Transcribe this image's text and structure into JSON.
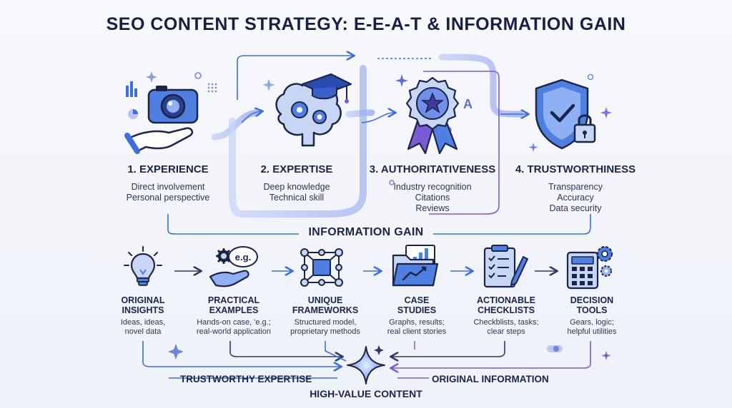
{
  "title": "SEO CONTENT STRATEGY: E-E-A-T & INFORMATION GAIN",
  "colors": {
    "accent_blue": "#3d6fd8",
    "accent_purple": "#7a5ad6",
    "dark_navy": "#1b2547",
    "light_glow": "#b9c6f3"
  },
  "pillars": [
    {
      "title": "1. EXPERIENCE",
      "lines": [
        "Direct involvement",
        "Personal perspective"
      ],
      "icon": "camera-in-hand-icon"
    },
    {
      "title": "2. EXPERTISE",
      "lines": [
        "Deep knowledge",
        "Technical skill"
      ],
      "icon": "brain-graduation-cap-icon"
    },
    {
      "title": "3. AUTHORITATIVENESS",
      "lines": [
        "Industry recognition",
        "Citations",
        "Reviews"
      ],
      "icon": "award-ribbon-icon"
    },
    {
      "title": "4. TRUSTWORTHINESS",
      "lines": [
        "Transparency",
        "Accuracy",
        "Data security"
      ],
      "icon": "shield-lock-icon"
    }
  ],
  "information_gain": "INFORMATION GAIN",
  "components": [
    {
      "title": [
        "ORIGINAL",
        "INSIGHTS"
      ],
      "lines": [
        "Ideas, ideas,",
        "novel data"
      ],
      "icon": "lightbulb-icon"
    },
    {
      "title": [
        "PRACTICAL",
        "EXAMPLES"
      ],
      "lines": [
        "Hands-on case, 'e.g.;",
        "real-world application"
      ],
      "icon": "eg-hand-icon",
      "badge": "e.g."
    },
    {
      "title": [
        "UNIQUE",
        "FRAMEWORKS"
      ],
      "lines": [
        "Structured model,",
        "proprietary methods"
      ],
      "icon": "framework-nodes-icon"
    },
    {
      "title": [
        "CASE",
        "STUDIES"
      ],
      "lines": [
        "Graphs, results;",
        "real client stories"
      ],
      "icon": "folder-chart-icon"
    },
    {
      "title": [
        "ACTIONABLE",
        "CHECKLISTS"
      ],
      "lines": [
        "Checkblists, tasks;",
        "clear steps"
      ],
      "icon": "checklist-clipboard-icon"
    },
    {
      "title": [
        "DECISION",
        "TOOLS"
      ],
      "lines": [
        "Gears, logic;",
        "helpful utilities"
      ],
      "icon": "calculator-gears-icon"
    }
  ],
  "bottom": {
    "left": "TRUSTWORTHY EXPERTISE",
    "right": "ORIGINAL INFORMATION",
    "final": "HIGH-VALUE CONTENT"
  },
  "glyphs": {
    "authority_letter": "A"
  }
}
